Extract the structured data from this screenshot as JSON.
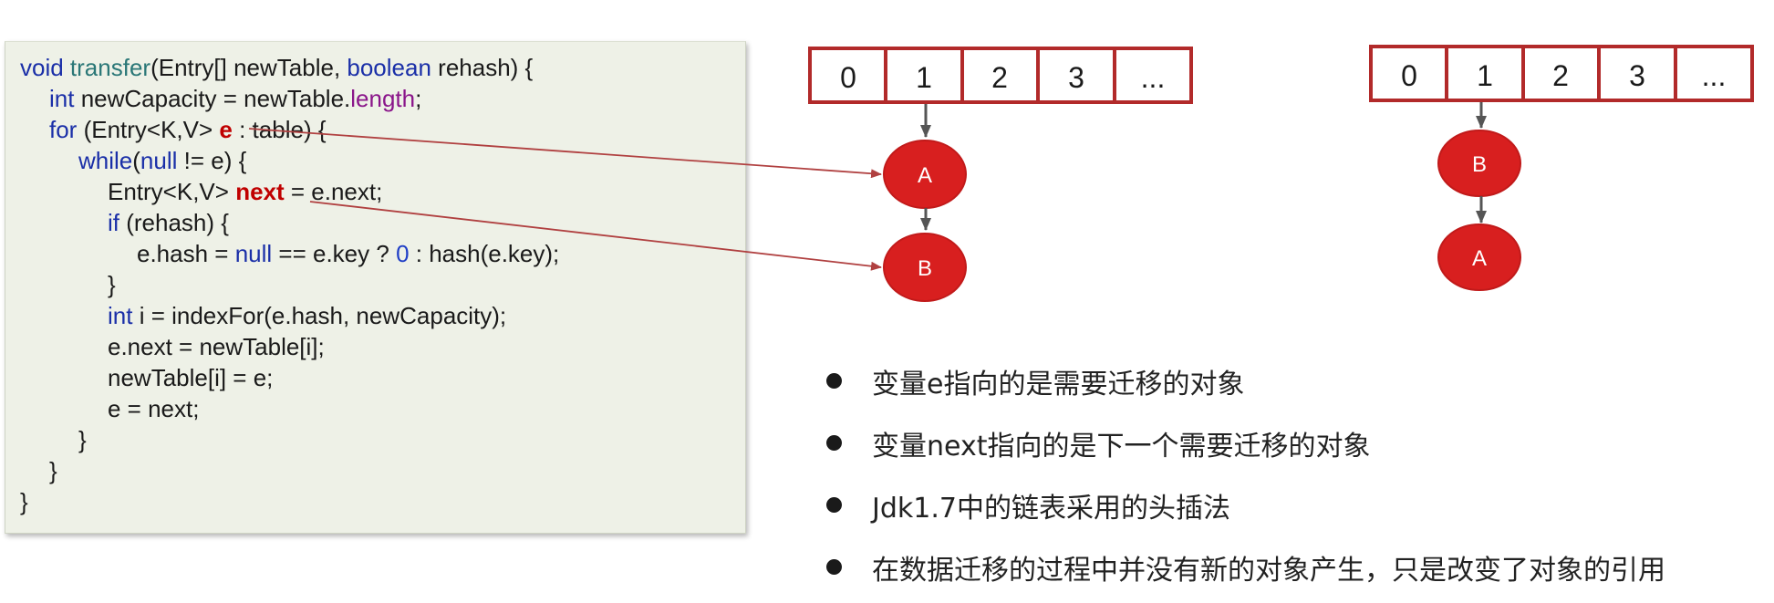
{
  "code": {
    "l1": {
      "a": "void ",
      "b": "transfer",
      "c": "(Entry[] newTable, ",
      "d": "boolean",
      "e": " rehash) {"
    },
    "l2": {
      "a": "int",
      "b": " newCapacity = newTable.",
      "c": "length",
      "d": ";"
    },
    "l3": {
      "a": "for",
      "b": " (Entry<K,V> ",
      "c": "e",
      "d": " : table) {"
    },
    "l4": {
      "a": "while",
      "b": "(",
      "c": "null",
      "d": " != e) {"
    },
    "l5": {
      "a": "Entry<K,V> ",
      "b": "next",
      "c": " = e.next;"
    },
    "l6": {
      "a": "if",
      "b": " (rehash) {"
    },
    "l7": {
      "a": "e.hash = ",
      "b": "null",
      "c": " == e.key ? ",
      "d": "0",
      "e": " : hash(e.key);"
    },
    "l8": "}",
    "l9": {
      "a": "int",
      "b": " i = indexFor(e.hash, newCapacity);"
    },
    "l10": "e.next = newTable[i];",
    "l11": "newTable[i] = e;",
    "l12": "e = next;",
    "l13": "}",
    "l14": "}",
    "l15": "}"
  },
  "diagram": {
    "left_table": {
      "cells": [
        "0",
        "1",
        "2",
        "3",
        "..."
      ],
      "chain": [
        "A",
        "B"
      ]
    },
    "right_table": {
      "cells": [
        "0",
        "1",
        "2",
        "3",
        "..."
      ],
      "chain": [
        "B",
        "A"
      ]
    },
    "colors": {
      "node_fill": "#d81f1f",
      "table_border": "#b22a2a",
      "pointer_arrow": "#b04040",
      "chain_arrow": "#555555"
    }
  },
  "bullets": [
    "变量e指向的是需要迁移的对象",
    "变量next指向的是下一个需要迁移的对象",
    "Jdk1.7中的链表采用的头插法",
    "在数据迁移的过程中并没有新的对象产生，只是改变了对象的引用"
  ]
}
